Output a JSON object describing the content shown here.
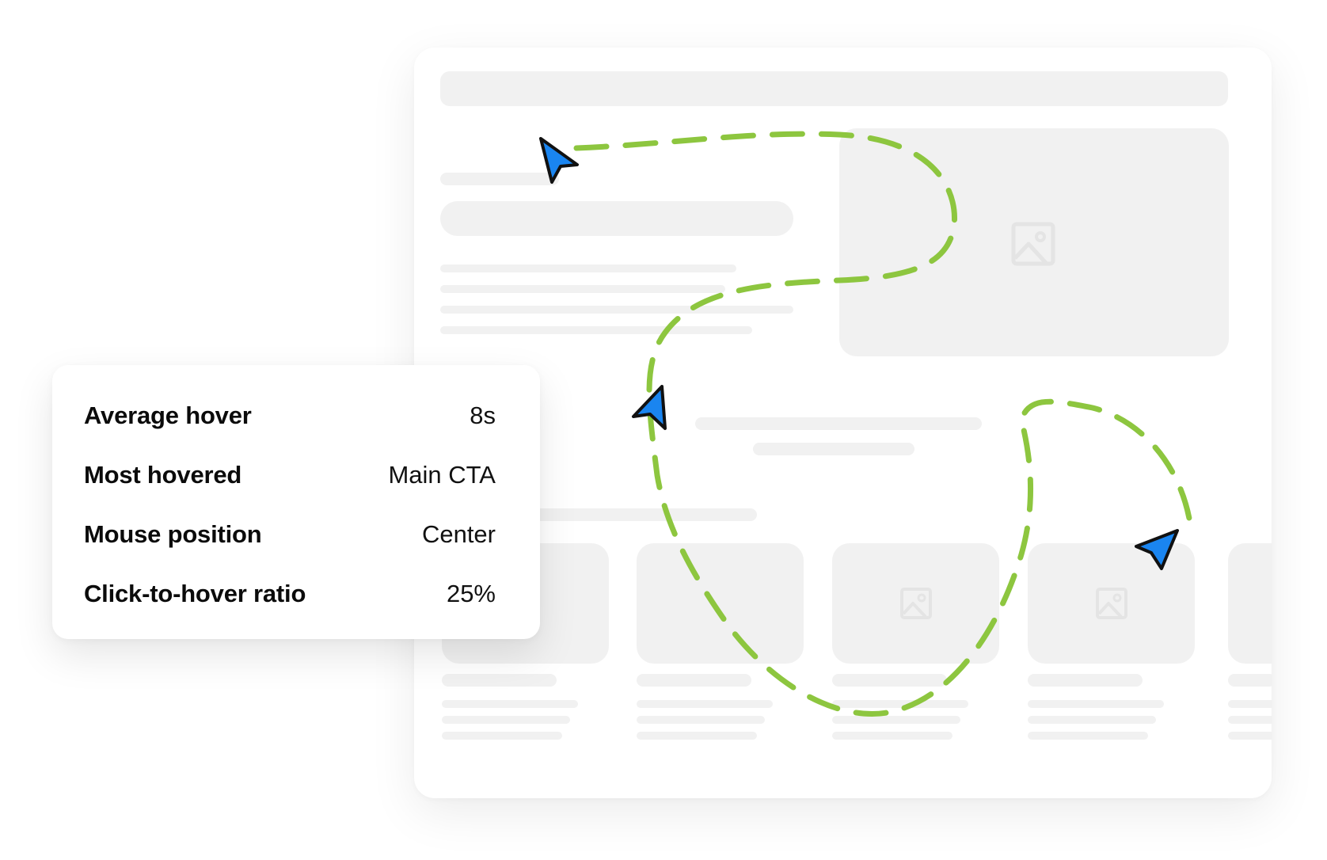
{
  "stats": [
    {
      "label": "Average hover",
      "value": "8s"
    },
    {
      "label": "Most hovered",
      "value": "Main CTA"
    },
    {
      "label": "Mouse position",
      "value": "Center"
    },
    {
      "label": "Click-to-hover ratio",
      "value": "25%"
    }
  ],
  "colors": {
    "path": "#8dc63f",
    "cursor_fill": "#1a85f0",
    "cursor_stroke": "#111111",
    "skeleton": "#f1f1f1",
    "icon": "#e4e4e4"
  },
  "icons": [
    "cursor-arrow-icon",
    "image-placeholder-icon"
  ]
}
